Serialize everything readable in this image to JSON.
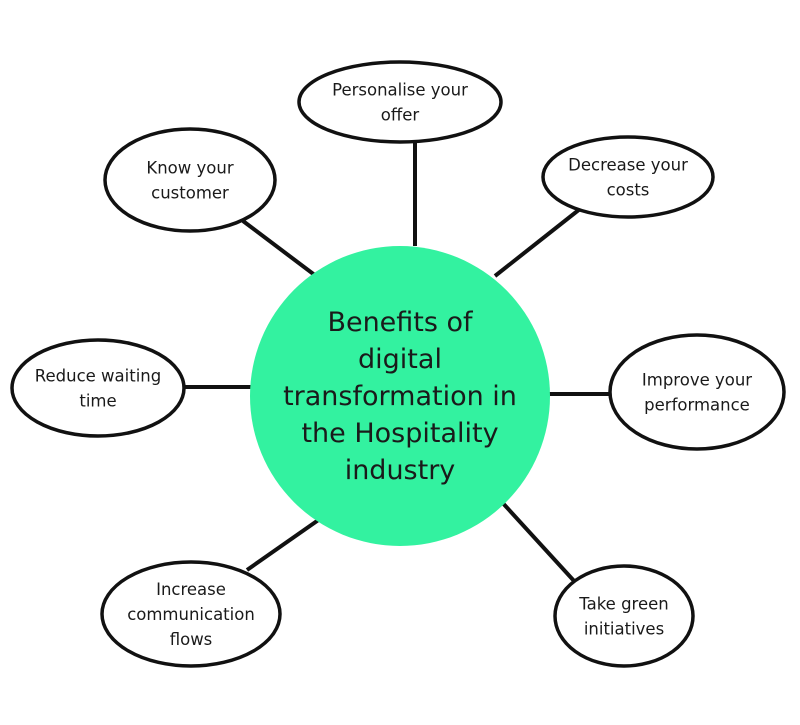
{
  "colors": {
    "hub_fill": "#33f2a0",
    "outline": "#111111",
    "bubble_fill": "#ffffff",
    "text": "#1a1a1a"
  },
  "center": {
    "title_lines": [
      "Benefits of",
      "digital",
      "transformation in",
      "the Hospitality",
      "industry"
    ]
  },
  "benefits": [
    {
      "id": "personalise-offer",
      "lines": [
        "Personalise your",
        "offer"
      ]
    },
    {
      "id": "decrease-costs",
      "lines": [
        "Decrease your",
        "costs"
      ]
    },
    {
      "id": "improve-performance",
      "lines": [
        "Improve your",
        "performance"
      ]
    },
    {
      "id": "take-green-initiatives",
      "lines": [
        "Take green",
        "initiatives"
      ]
    },
    {
      "id": "increase-communication",
      "lines": [
        "Increase",
        "communication",
        "flows"
      ]
    },
    {
      "id": "reduce-waiting-time",
      "lines": [
        "Reduce waiting",
        "time"
      ]
    },
    {
      "id": "know-customer",
      "lines": [
        "Know your",
        "customer"
      ]
    }
  ]
}
